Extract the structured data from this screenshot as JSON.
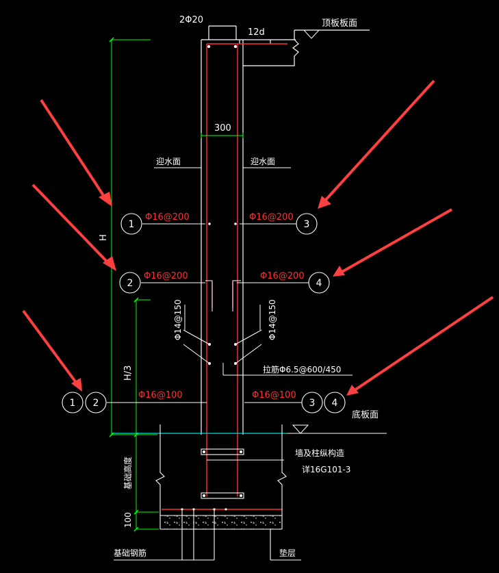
{
  "colors": {
    "background": "#000000",
    "line": "#ffffff",
    "rebar": "#ff3030",
    "dimension": "#00ff00",
    "water_line": "#00ffff",
    "arrow": "#ff4040"
  },
  "labels": {
    "top_rebar": "2Φ20",
    "anchor_len": "12d",
    "top_slab": "顶板板面",
    "wall_width": "300",
    "face_left": "迎水面",
    "face_right": "迎水面",
    "rebar_1": "Φ16@200",
    "rebar_3": "Φ16@200",
    "rebar_2": "Φ16@200",
    "rebar_4": "Φ16@200",
    "haunch_left": "Φ14@150",
    "haunch_right": "Φ14@150",
    "tie_bar": "拉筋Φ6.5@600/450",
    "bottom_left": "Φ16@100",
    "bottom_right": "Φ16@100",
    "bottom_slab": "底板面",
    "dim_h": "H",
    "dim_h3": "H/3",
    "dim_found": "基础高度",
    "dim_100": "100",
    "wall_found_1": "墙及柱纵构造",
    "wall_found_2": "详16G101-3",
    "found_rebar": "基础钢筋",
    "cushion": "垫层"
  },
  "markers": {
    "m1a": "1",
    "m3": "3",
    "m2a": "2",
    "m4a": "4",
    "m1b": "1",
    "m2b": "2",
    "m3b": "3",
    "m4b": "4"
  }
}
